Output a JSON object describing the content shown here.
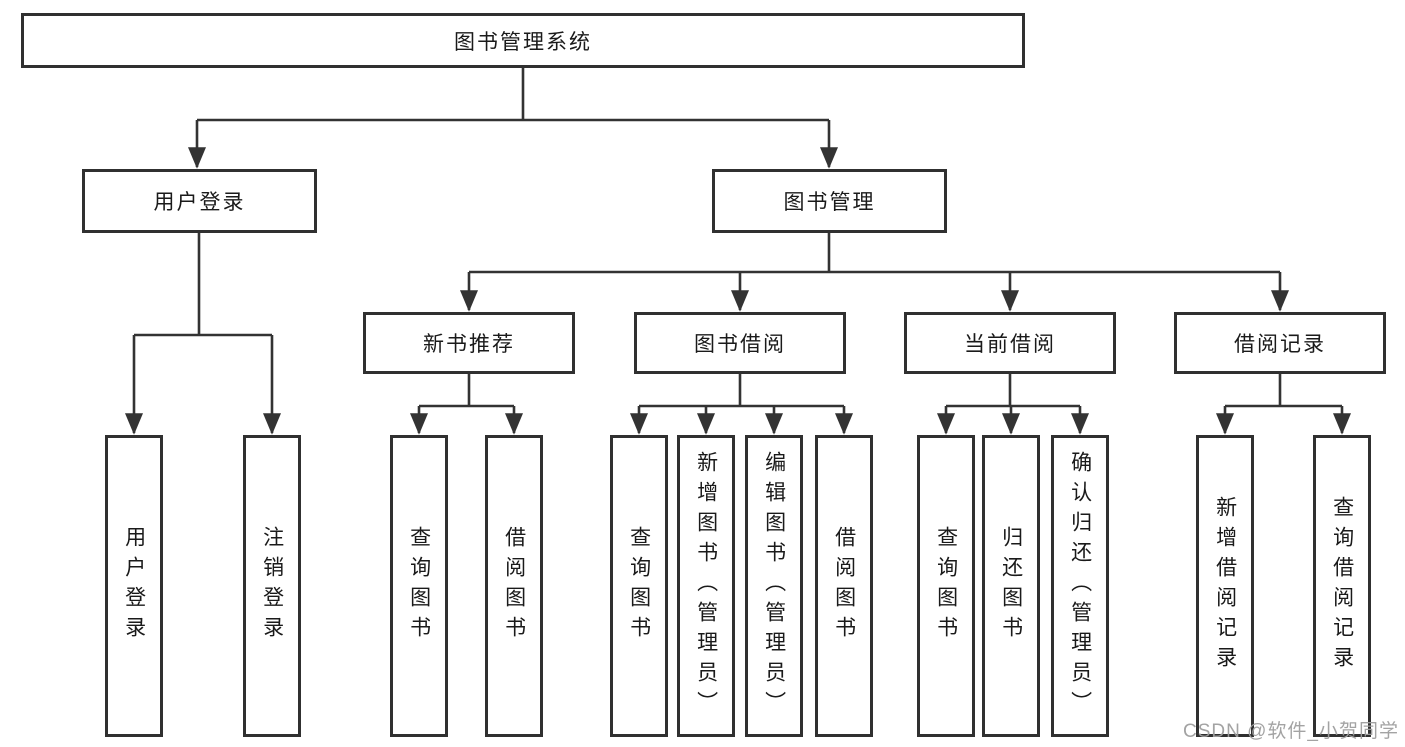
{
  "diagram": {
    "tree": {
      "label": "图书管理系统",
      "children": [
        {
          "label": "用户登录",
          "children": [
            {
              "label": "用户登录"
            },
            {
              "label": "注销登录"
            }
          ]
        },
        {
          "label": "图书管理",
          "children": [
            {
              "label": "新书推荐",
              "children": [
                {
                  "label": "查询图书"
                },
                {
                  "label": "借阅图书"
                }
              ]
            },
            {
              "label": "图书借阅",
              "children": [
                {
                  "label": "查询图书"
                },
                {
                  "label": "新增图书（管理员）"
                },
                {
                  "label": "编辑图书（管理员）"
                },
                {
                  "label": "借阅图书"
                }
              ]
            },
            {
              "label": "当前借阅",
              "children": [
                {
                  "label": "查询图书"
                },
                {
                  "label": "归还图书"
                },
                {
                  "label": "确认归还（管理员）"
                }
              ]
            },
            {
              "label": "借阅记录",
              "children": [
                {
                  "label": "新增借阅记录"
                },
                {
                  "label": "查询借阅记录"
                }
              ]
            }
          ]
        }
      ]
    },
    "watermark": {
      "text": "CSDN @软件_小贺同学"
    },
    "colors": {
      "line": "#333333",
      "box_border": "#303030",
      "text": "#1a1a1a",
      "watermark": "#9e9e9e",
      "background": "#ffffff"
    }
  }
}
